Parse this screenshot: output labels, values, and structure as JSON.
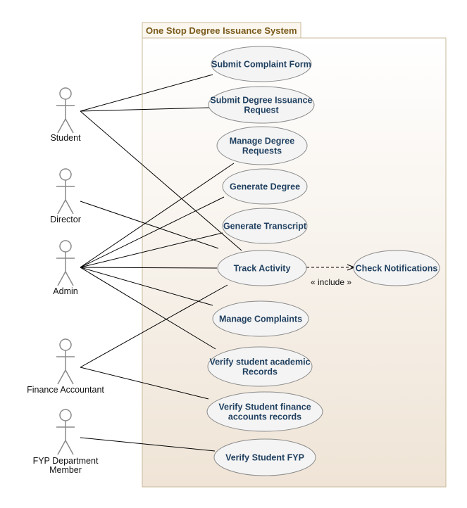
{
  "system": {
    "title": "One Stop Degree Issuance System"
  },
  "colors": {
    "boundary_fill_top": "#ffffff",
    "boundary_fill_bottom": "#efe4d6",
    "boundary_stroke": "#c9b89a",
    "usecase_fill": "#f4f4f4",
    "usecase_stroke": "#8a8a8a",
    "usecase_text": "#1f3f5f",
    "actor_stroke": "#8a8a8a",
    "line": "#000000"
  },
  "actors": [
    {
      "id": "student",
      "lines": [
        "Student"
      ]
    },
    {
      "id": "director",
      "lines": [
        "Director"
      ]
    },
    {
      "id": "admin",
      "lines": [
        "Admin"
      ]
    },
    {
      "id": "finance",
      "lines": [
        "Finance Accountant"
      ]
    },
    {
      "id": "fyp",
      "lines": [
        "FYP Department",
        "Member"
      ]
    }
  ],
  "usecases": [
    {
      "id": "complaint_form",
      "lines": [
        "Submit Complaint Form"
      ]
    },
    {
      "id": "degree_request",
      "lines": [
        "Submit Degree Issuance",
        "Request"
      ]
    },
    {
      "id": "manage_requests",
      "lines": [
        "Manage Degree",
        "Requests"
      ]
    },
    {
      "id": "gen_degree",
      "lines": [
        "Generate Degree"
      ]
    },
    {
      "id": "gen_transcript",
      "lines": [
        "Generate Transcript"
      ]
    },
    {
      "id": "track",
      "lines": [
        "Track Activity"
      ]
    },
    {
      "id": "notifications",
      "lines": [
        "Check Notifications"
      ]
    },
    {
      "id": "manage_complaints",
      "lines": [
        "Manage Complaints"
      ]
    },
    {
      "id": "verify_academic",
      "lines": [
        "Verify student academic",
        "Records"
      ]
    },
    {
      "id": "verify_finance",
      "lines": [
        "Verify Student finance",
        "accounts records"
      ]
    },
    {
      "id": "verify_fyp",
      "lines": [
        "Verify Student FYP"
      ]
    }
  ],
  "associations": [
    [
      "student",
      "complaint_form"
    ],
    [
      "student",
      "degree_request"
    ],
    [
      "student",
      "track"
    ],
    [
      "director",
      "track"
    ],
    [
      "admin",
      "manage_requests"
    ],
    [
      "admin",
      "gen_degree"
    ],
    [
      "admin",
      "gen_transcript"
    ],
    [
      "admin",
      "track"
    ],
    [
      "admin",
      "manage_complaints"
    ],
    [
      "admin",
      "verify_academic"
    ],
    [
      "finance",
      "track"
    ],
    [
      "finance",
      "verify_finance"
    ],
    [
      "fyp",
      "verify_fyp"
    ]
  ],
  "include": {
    "from": "track",
    "to": "notifications",
    "label": "« include »"
  }
}
